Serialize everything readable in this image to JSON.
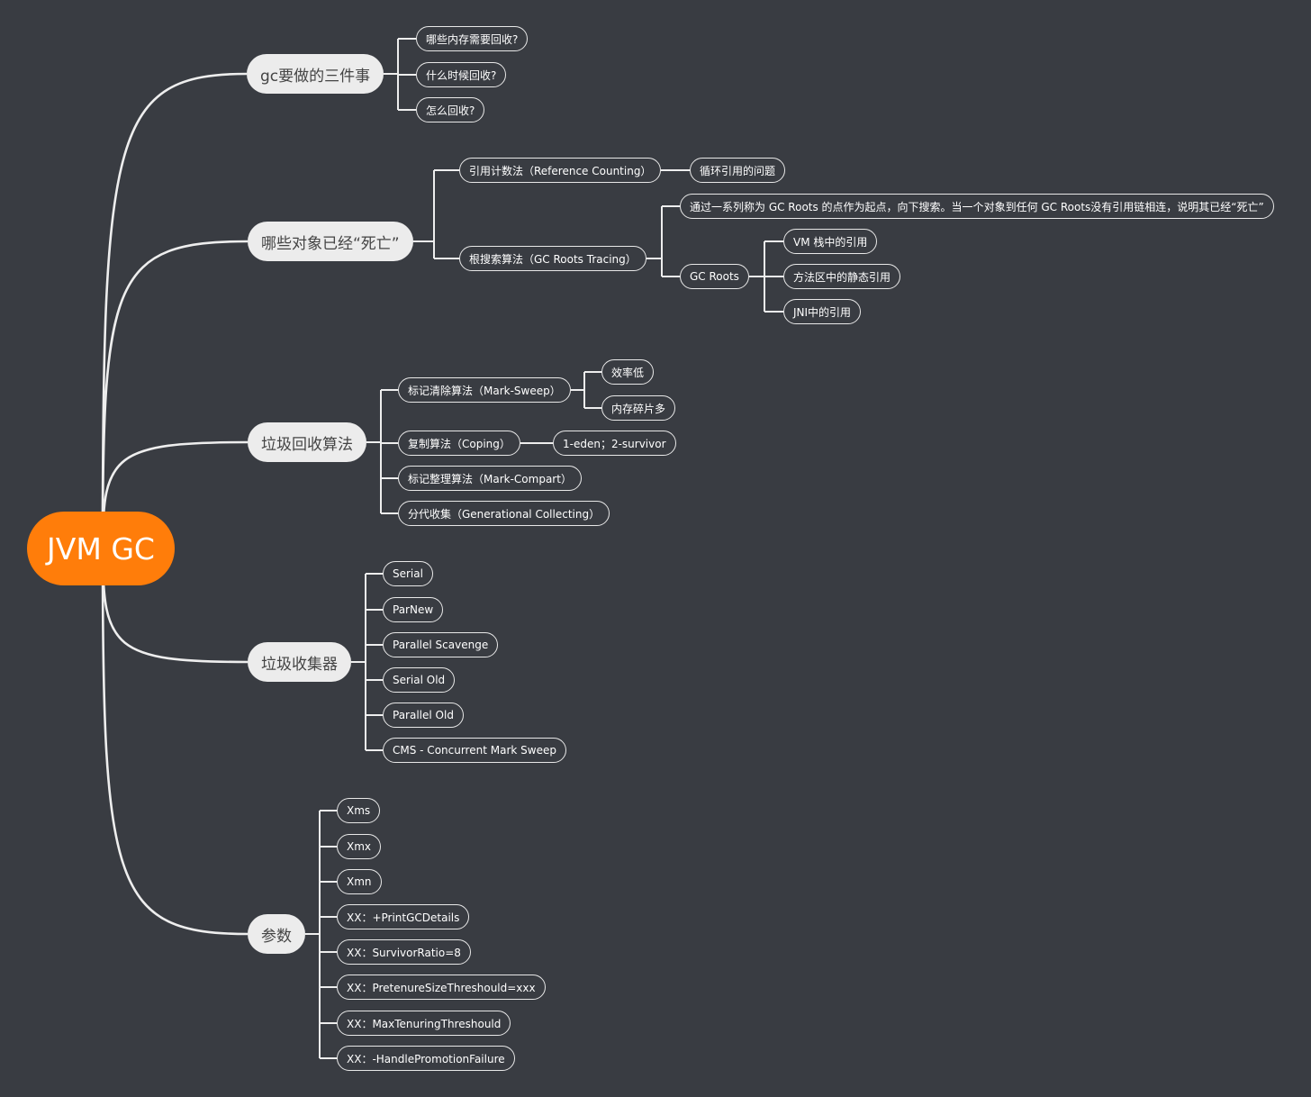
{
  "root": {
    "label": "JVM GC",
    "color": "#ff7d0a"
  },
  "branches": {
    "gc_tasks": {
      "label": "gc要做的三件事",
      "items": [
        "哪些内存需要回收?",
        "什么时候回收?",
        "怎么回收?"
      ]
    },
    "dead_objects": {
      "label": "哪些对象已经“死亡”",
      "ref_counting": {
        "label": "引用计数法（Reference Counting）",
        "note": "循环引用的问题"
      },
      "gc_roots_tracing": {
        "label": "根搜索算法（GC Roots  Tracing）",
        "description": "通过一系列称为 GC Roots 的点作为起点，向下搜索。当一个对象到任何 GC  Roots没有引用链相连，说明其已经“死亡”",
        "gc_roots": {
          "label": "GC Roots",
          "items": [
            "VM 栈中的引用",
            "方法区中的静态引用",
            "JNI中的引用"
          ]
        }
      }
    },
    "algorithms": {
      "label": "垃圾回收算法",
      "mark_sweep": {
        "label": "标记清除算法（Mark-Sweep）",
        "items": [
          "效率低",
          "内存碎片多"
        ]
      },
      "coping": {
        "label": "复制算法（Coping）",
        "note": "1-eden；2-survivor"
      },
      "mark_compact": {
        "label": "标记整理算法（Mark-Compart）"
      },
      "generational": {
        "label": "分代收集（Generational Collecting）"
      }
    },
    "collectors": {
      "label": "垃圾收集器",
      "items": [
        "Serial",
        "ParNew",
        "Parallel Scavenge",
        "Serial Old",
        "Parallel Old",
        "CMS - Concurrent Mark Sweep"
      ]
    },
    "params": {
      "label": "参数",
      "items": [
        "Xms",
        "Xmx",
        "Xmn",
        "XX：+PrintGCDetails",
        "XX：SurvivorRatio=8",
        "XX：PretenureSizeThreshould=xxx",
        "XX：MaxTenuringThreshould",
        "XX：-HandlePromotionFailure"
      ]
    }
  }
}
